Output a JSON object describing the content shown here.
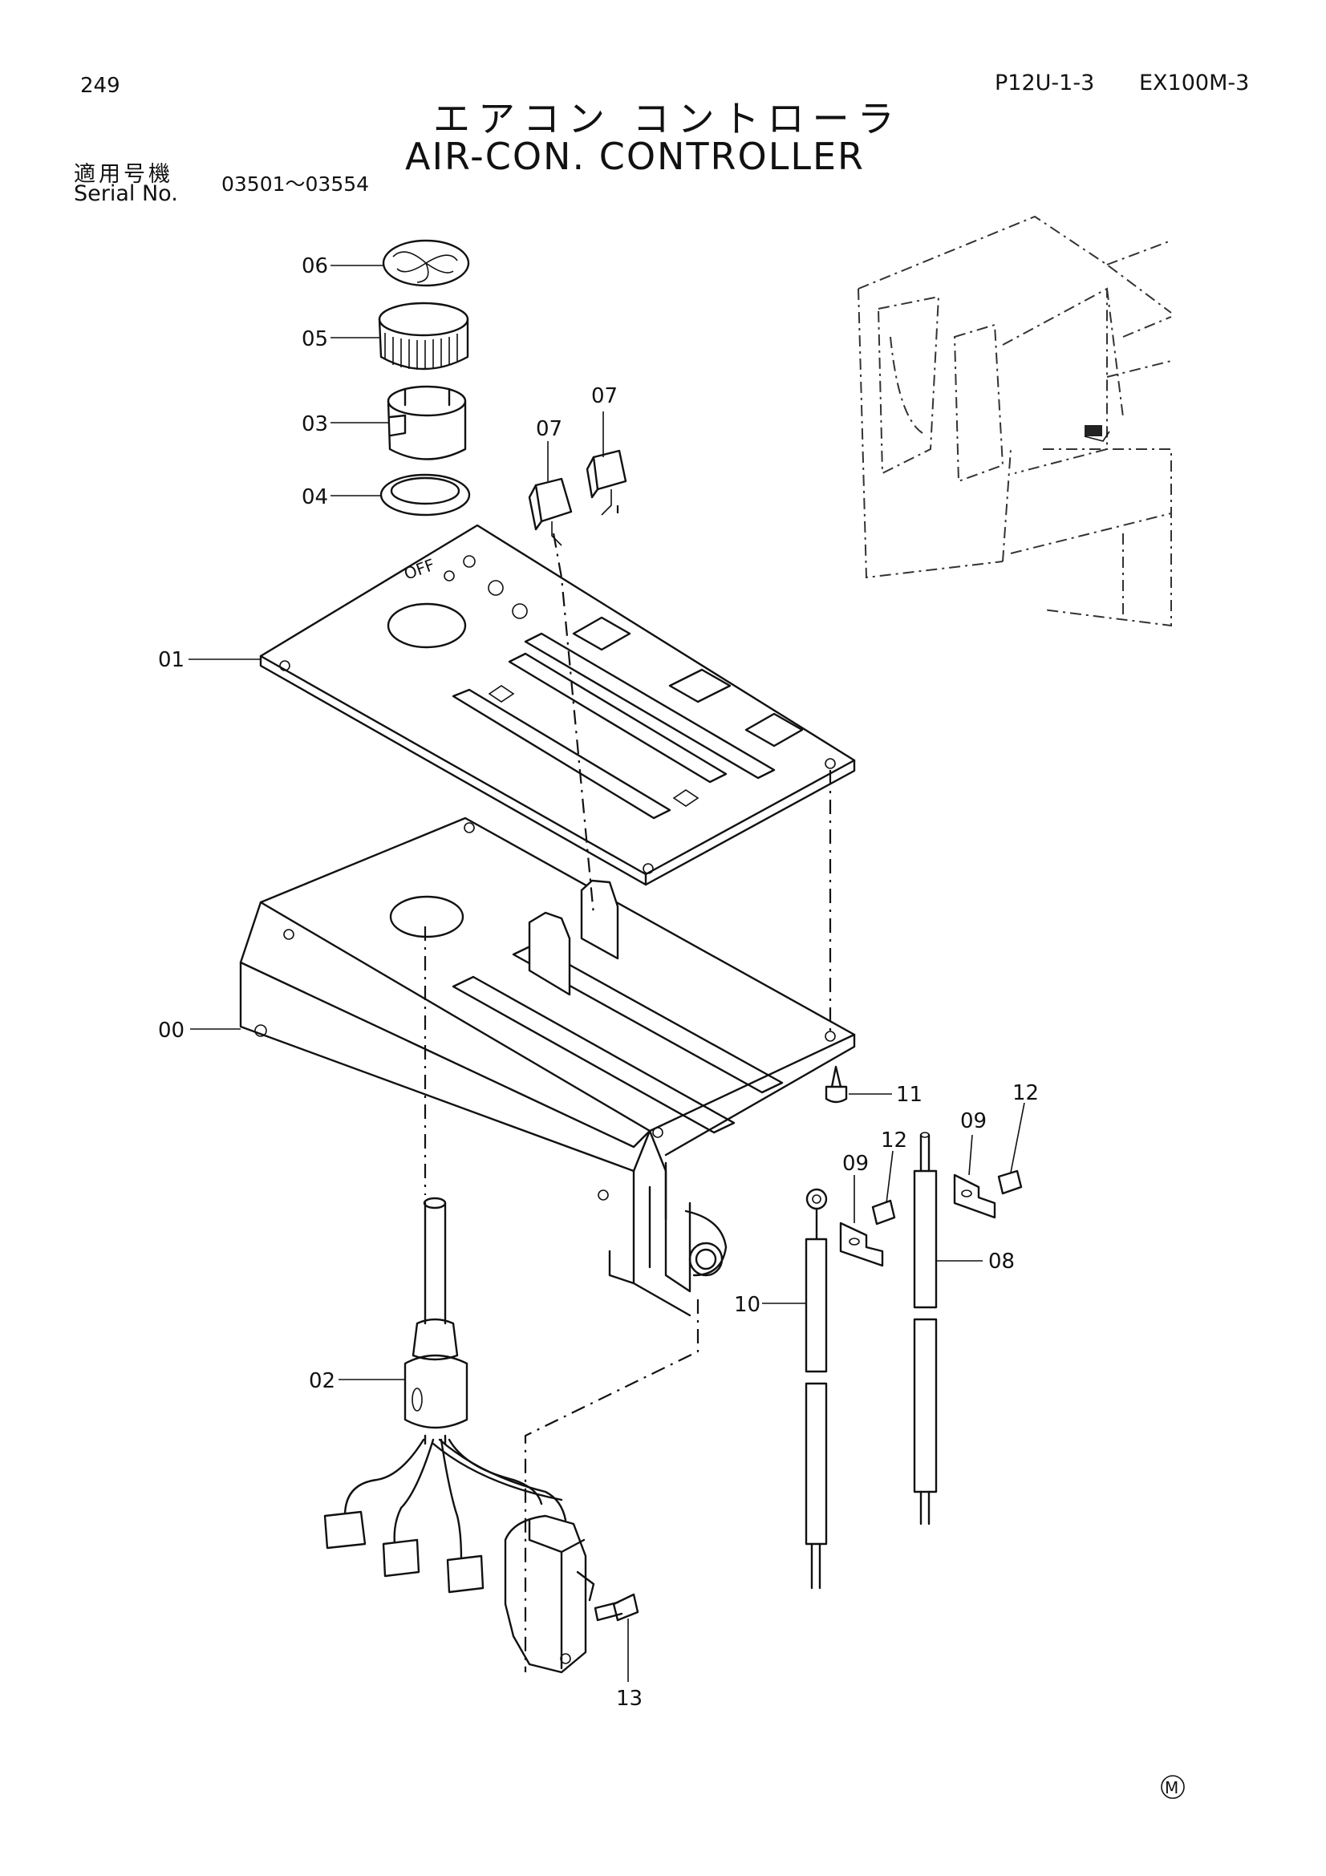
{
  "header": {
    "page_number": "249",
    "doc_code": "P12U-1-3",
    "model": "EX100M-3",
    "title_jp": "エアコン コントローラ",
    "title_en": "AIR-CON. CONTROLLER",
    "serial_label_jp": "適用号機",
    "serial_label_en": "Serial No.",
    "serial_range": "03501～03554"
  },
  "callouts": [
    {
      "id": "06",
      "part": "fan knob cap"
    },
    {
      "id": "05",
      "part": "knob ring"
    },
    {
      "id": "03",
      "part": "knob"
    },
    {
      "id": "04",
      "part": "washer"
    },
    {
      "id": "07",
      "part": "lever knob"
    },
    {
      "id": "07",
      "part": "lever knob"
    },
    {
      "id": "01",
      "part": "cover plate"
    },
    {
      "id": "00",
      "part": "controller housing"
    },
    {
      "id": "11",
      "part": "screw"
    },
    {
      "id": "12",
      "part": "bolt"
    },
    {
      "id": "09",
      "part": "clamp"
    },
    {
      "id": "12",
      "part": "bolt"
    },
    {
      "id": "09",
      "part": "clamp"
    },
    {
      "id": "08",
      "part": "cable"
    },
    {
      "id": "10",
      "part": "cable"
    },
    {
      "id": "02",
      "part": "switch"
    },
    {
      "id": "13",
      "part": "screw"
    }
  ],
  "footer": {
    "mark": "M"
  }
}
